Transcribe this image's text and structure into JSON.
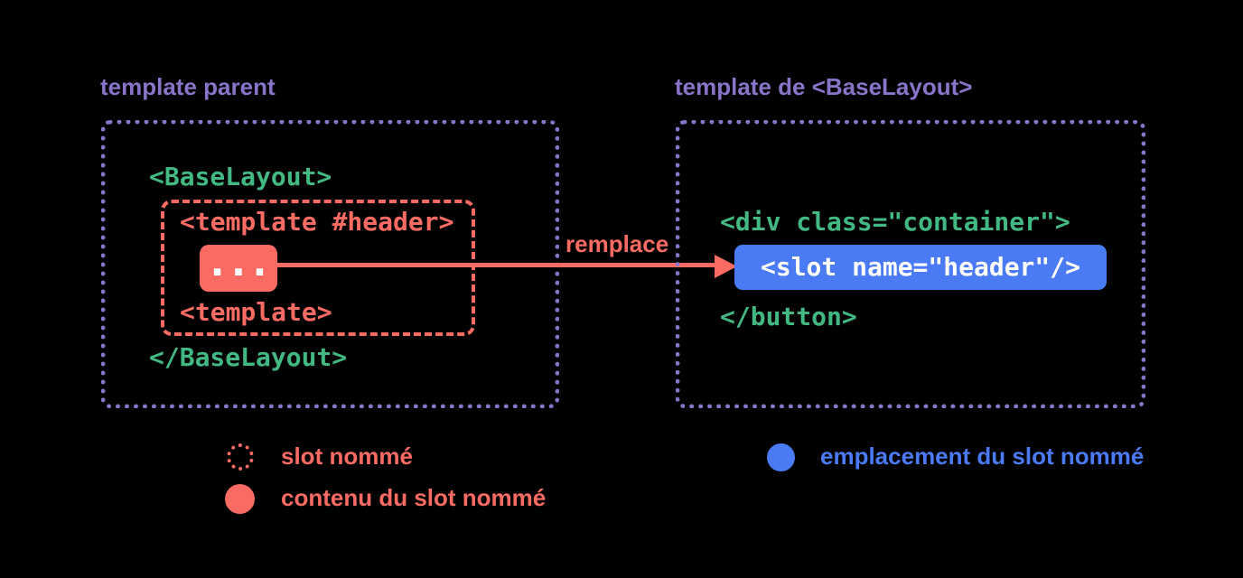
{
  "colors": {
    "background": "#000000",
    "purple": "#8874c9",
    "green": "#42b883",
    "red": "#fa6b63",
    "blue": "#4a7bf5",
    "white": "#ffffff"
  },
  "left_panel": {
    "title": "template parent",
    "code": {
      "open_tag": "<BaseLayout>",
      "slot_open_tag": "<template #header>",
      "slot_content": "...",
      "slot_close_tag": "<template>",
      "close_tag": "</BaseLayout>"
    }
  },
  "arrow": {
    "label": "remplace"
  },
  "right_panel": {
    "title": "template de <BaseLayout>",
    "code": {
      "open_tag": "<div class=\"container\">",
      "slot_outlet": "<slot name=\"header\"/>",
      "close_tag": "</button>"
    }
  },
  "legend": {
    "items": [
      {
        "label": "slot nommé",
        "color": "#fa6b63",
        "marker": "dotted-ring"
      },
      {
        "label": "contenu du slot nommé",
        "color": "#fa6b63",
        "marker": "solid-circle"
      },
      {
        "label": "emplacement du slot nommé",
        "color": "#4a7bf5",
        "marker": "solid-circle"
      }
    ]
  }
}
